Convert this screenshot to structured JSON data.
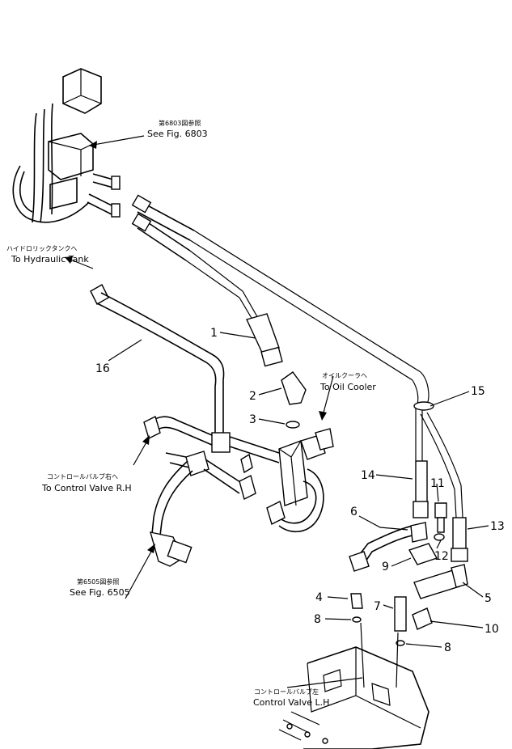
{
  "callouts": {
    "fig6803_jp": "第6803図参照",
    "fig6803_en": "See Fig. 6803",
    "tank_jp": "ハイドロリックタンクへ",
    "tank_en": "To Hydraulic Tank",
    "cooler_jp": "オイルクーラへ",
    "cooler_en": "To Oil Cooler",
    "cvrh_jp": "コントロールバルブ右へ",
    "cvrh_en": "To Control Valve R.H",
    "fig6505_jp": "第6505図参照",
    "fig6505_en": "See Fig. 6505",
    "cvlh_jp": "コントロールバルブ左",
    "cvlh_en": "Control Valve L.H"
  },
  "parts": [
    "1",
    "2",
    "3",
    "4",
    "5",
    "6",
    "7",
    "8",
    "8",
    "9",
    "10",
    "11",
    "12",
    "13",
    "14",
    "15",
    "16"
  ]
}
